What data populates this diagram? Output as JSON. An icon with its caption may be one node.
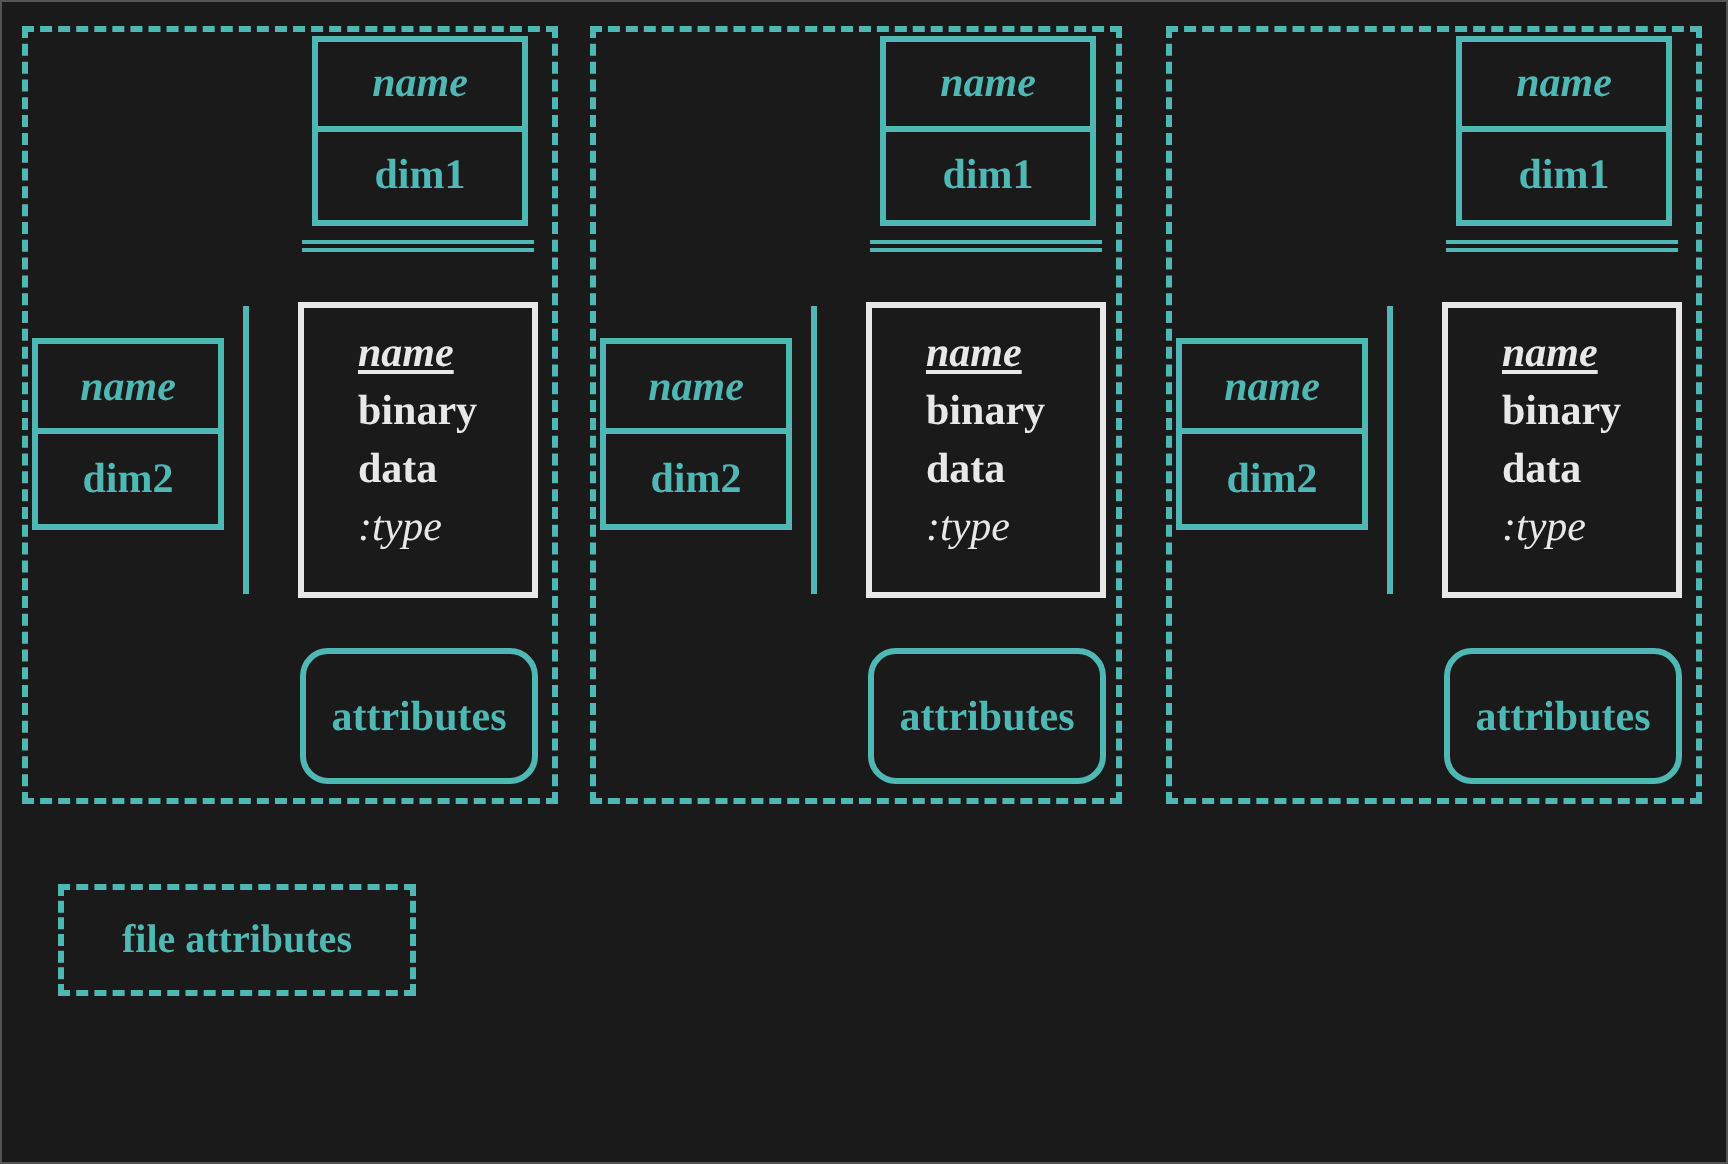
{
  "diagram": {
    "nodes": [
      {
        "text": [],
        "shape": "box"
      },
      {
        "text": [
          "name",
          "dim1"
        ],
        "in": 0
      },
      {
        "text": [
          "name",
          "dim2"
        ],
        "in": 0
      },
      {
        "text": [
          "name",
          "binary data",
          ":type"
        ],
        "in": 0
      },
      {
        "text": [
          "attributes"
        ],
        "in": 0
      },
      {
        "text": [],
        "shape": "box"
      },
      {
        "text": [
          "name",
          "dim1"
        ],
        "in": 5
      },
      {
        "text": [
          "name",
          "dim2"
        ],
        "in": 5
      },
      {
        "text": [
          "name",
          "binary data",
          ":type"
        ],
        "in": 5
      },
      {
        "text": [
          "attributes"
        ],
        "in": 5
      },
      {
        "text": [],
        "shape": "box"
      },
      {
        "text": [
          "name",
          "dim1"
        ],
        "in": 10
      },
      {
        "text": [
          "name",
          "dim2"
        ],
        "in": 10
      },
      {
        "text": [
          "name",
          "binary data",
          ":type"
        ],
        "in": 10
      },
      {
        "text": [
          "attributes"
        ],
        "in": 10
      },
      {
        "text": [
          "file attributes"
        ]
      }
    ]
  }
}
